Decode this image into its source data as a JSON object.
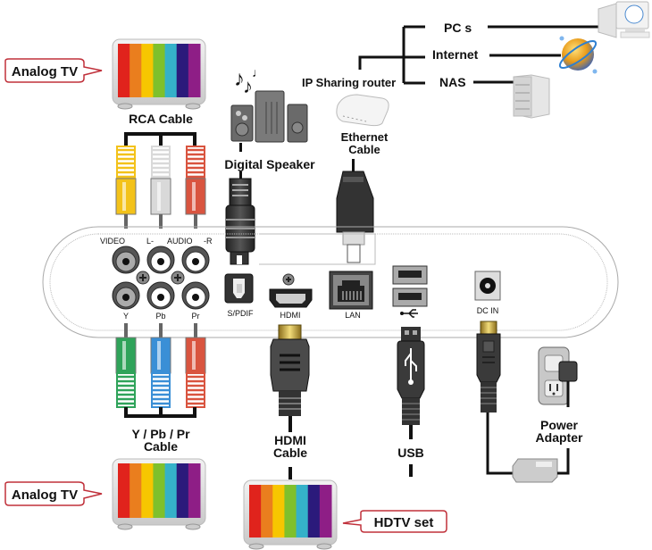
{
  "network": {
    "router_label": "IP Sharing router",
    "pcs_label": "PC s",
    "internet_label": "Internet",
    "nas_label": "NAS",
    "ethernet_label_1": "Ethernet",
    "ethernet_label_2": "Cable"
  },
  "speaker": {
    "label": "Digital Speaker"
  },
  "rca": {
    "label": "RCA Cable",
    "plug_colors": [
      "#f3c21a",
      "#d9d9d9",
      "#d9543f"
    ]
  },
  "component": {
    "label_1": "Y / Pb / Pr",
    "label_2": "Cable",
    "plug_colors": [
      "#2fa35a",
      "#3a8fd6",
      "#d9543f"
    ]
  },
  "hdmi": {
    "label_1": "HDMI",
    "label_2": "Cable"
  },
  "usb": {
    "label": "USB"
  },
  "power": {
    "label_1": "Power",
    "label_2": "Adapter"
  },
  "tvs": {
    "top_callout": "Analog TV",
    "bottom_callout": "Analog TV",
    "hdtv_callout": "HDTV set",
    "stripe_colors": [
      "#e0231c",
      "#ea7e1e",
      "#f7c600",
      "#7fc02c",
      "#35b1c9",
      "#2b1a7b",
      "#8e1e86"
    ]
  },
  "panel": {
    "video": "VIDEO",
    "l_audio": "L-",
    "audio": "AUDIO",
    "r_audio": "-R",
    "y": "Y",
    "pb": "Pb",
    "pr": "Pr",
    "spdif": "S/PDIF",
    "hdmi": "HDMI",
    "lan": "LAN",
    "usb_symbol": "⭠",
    "dcin": "DC IN"
  },
  "colors": {
    "callout_border": "#c0303a",
    "wire": "#111111",
    "panel_line": "#999999"
  }
}
